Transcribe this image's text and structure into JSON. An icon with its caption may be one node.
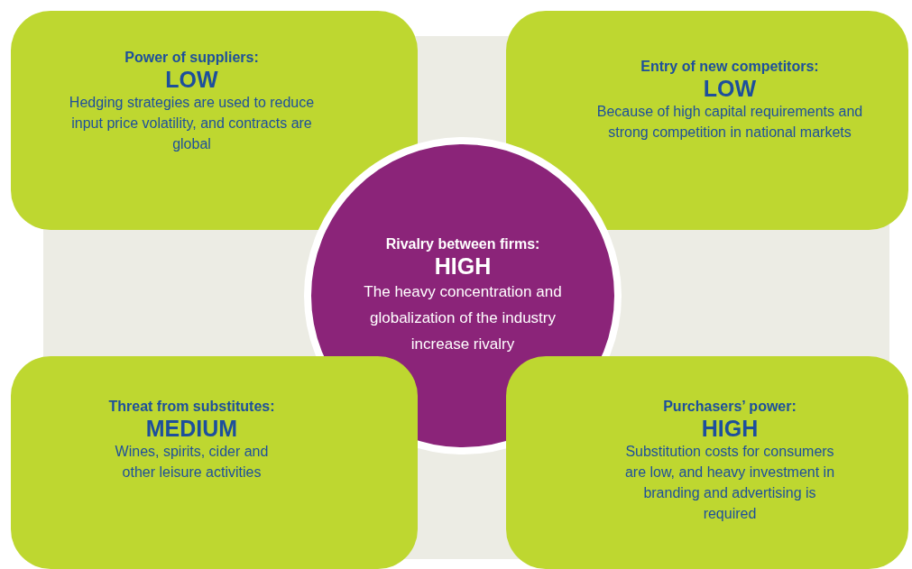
{
  "diagram": {
    "nodes": [
      {
        "text": [
          "Power of suppliers:",
          "LOW",
          "Hedging strategies are used to reduce input price volatility, and contracts are global"
        ]
      },
      {
        "text": [
          "Entry of new competitors:",
          "LOW",
          "Because of high capital requirements and strong competition in national markets"
        ]
      },
      {
        "text": [
          "Rivalry between firms:",
          "HIGH",
          "The heavy concentration and globalization of the industry increase rivalry"
        ]
      },
      {
        "text": [
          "Threat from substitutes:",
          "MEDIUM",
          "Wines, spirits, cider and other leisure activities"
        ]
      },
      {
        "text": [
          "Purchasers’ power:",
          "HIGH",
          "Substitution costs for consumers are low, and heavy investment in branding and advertising is required"
        ]
      }
    ]
  }
}
